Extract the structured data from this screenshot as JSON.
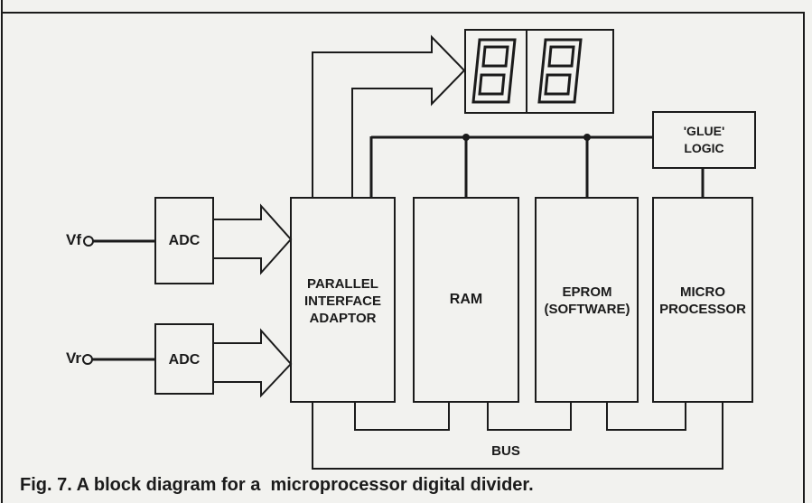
{
  "diagram": {
    "inputs": {
      "vf": "Vf",
      "vr": "Vr"
    },
    "blocks": {
      "adc_top": "ADC",
      "adc_bottom": "ADC",
      "pia": "PARALLEL\nINTERFACE\nADAPTOR",
      "ram": "RAM",
      "eprom": "EPROM\n(SOFTWARE)",
      "micro": "MICRO\nPROCESSOR",
      "glue": "'GLUE'\nLOGIC"
    },
    "bus_label": "BUS",
    "display": {
      "type": "two-digit seven-segment display",
      "digits": [
        "8",
        "8"
      ]
    }
  },
  "caption": "Fig. 7. A block diagram for a  microprocessor digital divider.",
  "colors": {
    "ink": "#1b1b1b",
    "paper": "#f2f2ef"
  }
}
